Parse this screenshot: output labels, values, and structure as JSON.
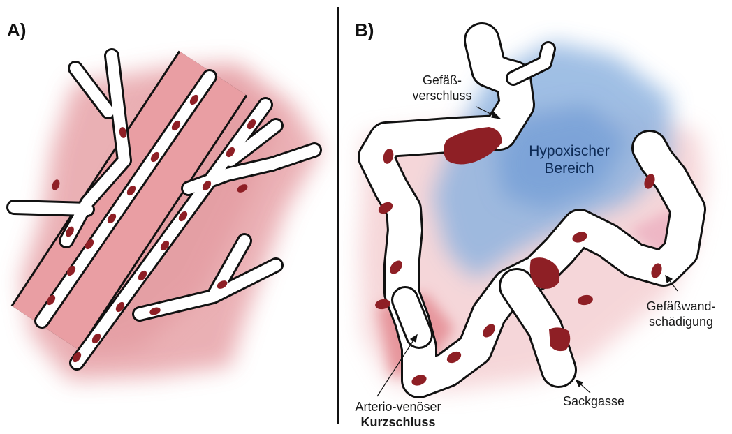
{
  "panels": {
    "a": {
      "label": "A)"
    },
    "b": {
      "label": "B)"
    }
  },
  "annotations": {
    "occlusion": {
      "line1": "Gefäß-",
      "line2": "verschluss"
    },
    "hypoxic": {
      "line1": "Hypoxischer",
      "line2": "Bereich"
    },
    "wall_damage": {
      "line1": "Gefäßwand-",
      "line2": "schädigung"
    },
    "dead_end": {
      "line1": "Sackgasse"
    },
    "shunt": {
      "line1": "Arterio-venöser",
      "line2": "Kurzschluss"
    }
  },
  "colors": {
    "tissue": "#e7a3a8",
    "tissue_light": "#f2c6ca",
    "hypoxia": "#8fb4e0",
    "blood_cell": "#8e1f25",
    "vessel_wall": "#111111",
    "lumen": "#ffffff"
  }
}
